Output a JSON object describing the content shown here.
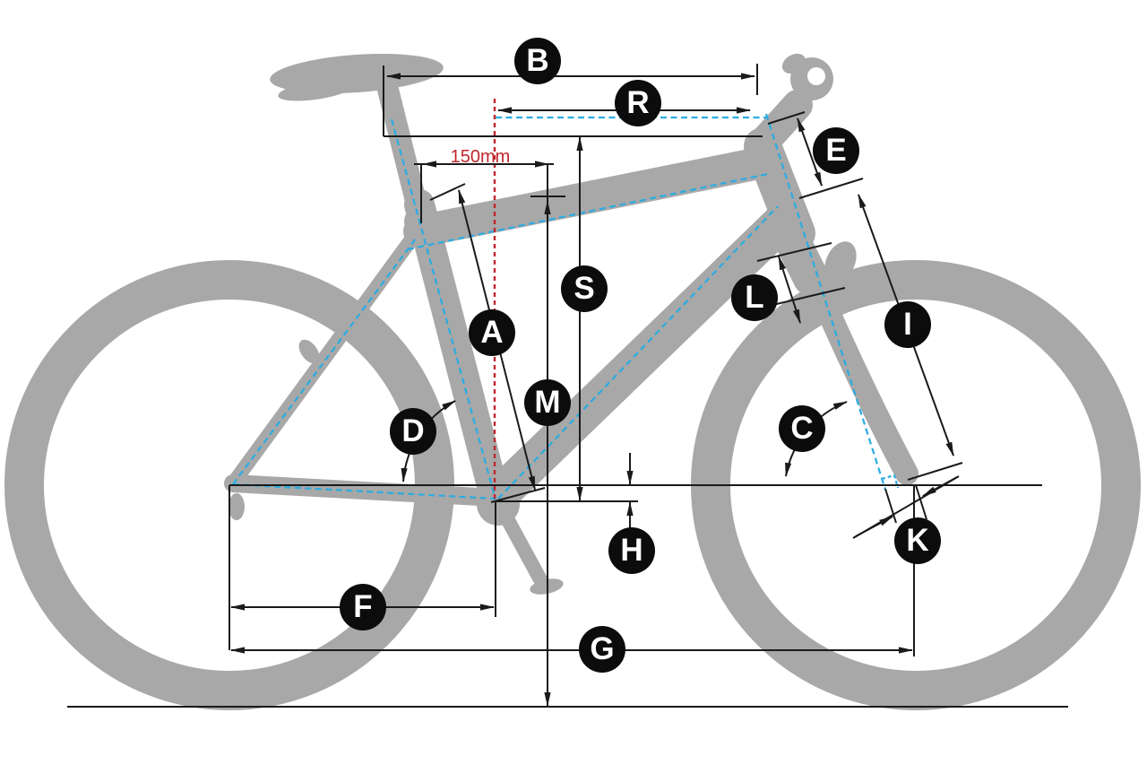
{
  "diagram": {
    "kind": "bicycle-geometry-diagram",
    "measurement_note": "150mm",
    "labels": [
      {
        "letter": "B"
      },
      {
        "letter": "R"
      },
      {
        "letter": "E"
      },
      {
        "letter": "S"
      },
      {
        "letter": "A"
      },
      {
        "letter": "L"
      },
      {
        "letter": "I"
      },
      {
        "letter": "M"
      },
      {
        "letter": "D"
      },
      {
        "letter": "C"
      },
      {
        "letter": "H"
      },
      {
        "letter": "K"
      },
      {
        "letter": "F"
      },
      {
        "letter": "G"
      }
    ],
    "colors": {
      "frame_gray": "#a8a8a8",
      "geometry_blue": "#2aace2",
      "offset_red": "#c1272d",
      "dimension_black": "#1a1a1a",
      "label_background": "#0c0c0c",
      "label_text": "#ffffff"
    }
  }
}
